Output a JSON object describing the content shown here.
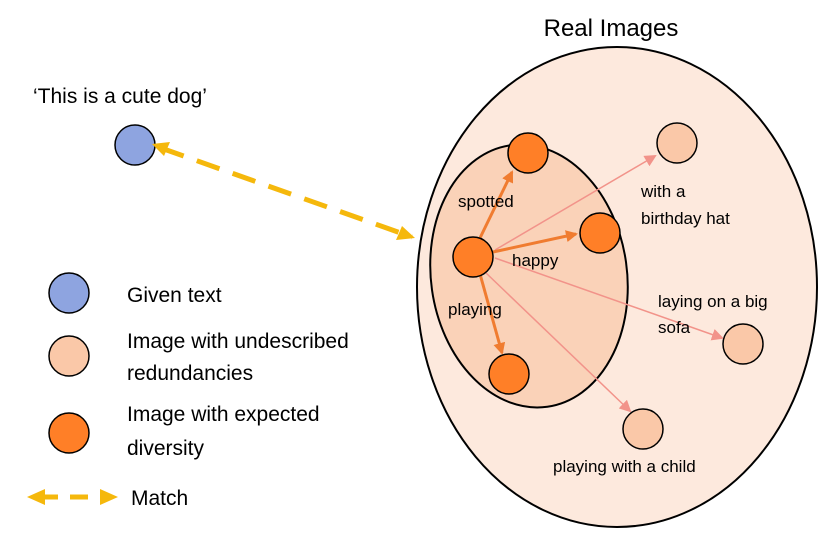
{
  "title": "Real Images",
  "query_text": "‘This is a cute dog’",
  "colors": {
    "given_text": "#8EA4E0",
    "undescribed": "#FAC8A8",
    "expected": "#FF7F27",
    "outer_fill": "#FDE9DD",
    "inner_fill": "#FAD2B8",
    "match": "#F5B80C",
    "thick_arrow": "#F07C30",
    "thin_arrow": "#F2938A"
  },
  "edges": {
    "spotted": "spotted",
    "happy": "happy",
    "playing": "playing",
    "birthday_line1": "with a",
    "birthday_line2": "birthday hat",
    "sofa_line1": "laying on a big",
    "sofa_line2": "sofa",
    "child": "playing with a child"
  },
  "legend": {
    "given_text": "Given text",
    "undescribed_line1": "Image with undescribed",
    "undescribed_line2": "redundancies",
    "expected_line1": "Image with expected",
    "expected_line2": "diversity",
    "match": "Match"
  }
}
